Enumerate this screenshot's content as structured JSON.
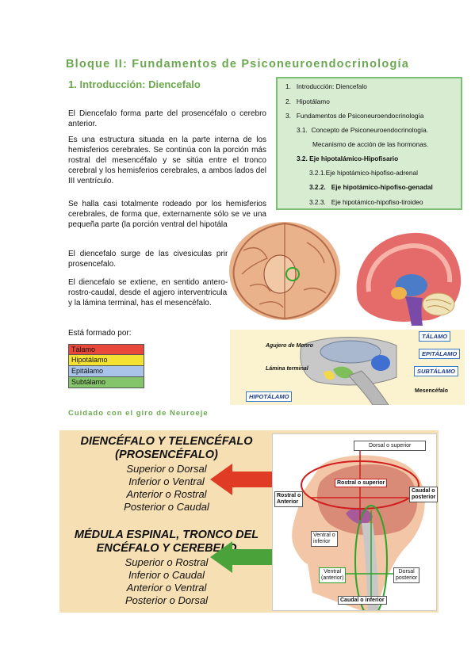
{
  "title": "Bloque II: Fundamentos de Psiconeuroendocrinología",
  "section": "1.  Introducción: Diencefalo",
  "paragraphs": [
    "El Diencefalo forma parte del prosencéfalo o cerebro anterior.",
    "Es una estructura situada en la parte interna de los hemisferios cerebrales. Se continúa con la porción más rostral del mesencéfalo y se sitúa entre el tronco cerebral y los hemisferios cerebrales, a ambos lados del III ventrículo.",
    "Se halla casi totalmente rodeado por los hemisferios cerebrales, de forma que, externamente sólo se ve una pequeña parte (la porción ventral del hipotálamo).",
    "El diencefalo surge de las civesiculas primarias, del prosencefalo.",
    "El diencefalo se extiene, en sentido antero-posterior o rostro-caudal, desde el agjero interventricular de Monro y la lámina terminal, has el mesencéfalo.",
    "Está formado por:"
  ],
  "toc": [
    {
      "num": "1.",
      "text": "Introducción: Diencefalo"
    },
    {
      "num": "2.",
      "text": "Hipotálamo"
    },
    {
      "num": "3.",
      "text": "Fundamentos de Psiconeuroendocrinología"
    },
    {
      "num": "3.1.",
      "text": "Concepto de Psiconeuroendocrinología."
    },
    {
      "num": "",
      "text": "Mecanismo de acción de las hormonas."
    },
    {
      "num": "3.2.",
      "text": "Eje hipotalámico-Hipofisario"
    },
    {
      "num": "3.2.1.",
      "text": "Eje hipotámico-hipofiso-adrenal"
    },
    {
      "num": "3.2.2.",
      "text": "Eje hipotámico-hipofiso-genadal"
    },
    {
      "num": "3.2.3.",
      "text": "Eje hipotámico-hipofiso-tiroideo"
    }
  ],
  "structures": [
    {
      "label": "Tálamo",
      "color": "#e8473a"
    },
    {
      "label": "Hipotálamo",
      "color": "#f4e233"
    },
    {
      "label": "Epitálamo",
      "color": "#a9c4e8"
    },
    {
      "label": "Subtálamo",
      "color": "#84c46a"
    }
  ],
  "caution": "Cuidado con el giro de Neuroeje",
  "diagram_labels": {
    "monro": "Agujero de Monro",
    "lamina": "Lámina terminal",
    "mesencefalo": "Mesencéfalo",
    "talamo": "TÁLAMO",
    "epitalamo": "EPITÁLAMO",
    "subtalamo": "SUBTÁLAMO",
    "hipotalamo": "HIPOTÁLAMO"
  },
  "bottom": {
    "heading1a": "DIENCÉFALO Y TELENCÉFALO",
    "heading1b": "(PROSENCÉFALO)",
    "terms1": [
      "Superior o Dorsal",
      "Inferior o Ventral",
      "Anterior o Rostral",
      "Posterior o Caudal"
    ],
    "heading2a": "MÉDULA ESPINAL, TRONCO DEL",
    "heading2b": "ENCÉFALO Y CEREBELO",
    "terms2": [
      "Superior o Rostral",
      "Inferior o Caudal",
      "Anterior o Ventral",
      "Posterior o Dorsal"
    ],
    "labels": {
      "dorsal_superior": "Dorsal o superior",
      "rostral_superior": "Rostral o superior",
      "rostral_anterior_a": "Rostral o",
      "rostral_anterior_b": "Anterior",
      "caudal_posterior_a": "Caudal o",
      "caudal_posterior_b": "posterior",
      "ventral_inferior_a": "Ventral o",
      "ventral_inferior_b": "inferior",
      "ventral_anterior_a": "Ventral",
      "ventral_anterior_b": "(anterior)",
      "dorsal_posterior_a": "Dorsal",
      "dorsal_posterior_b": "posterior",
      "caudal_inferior": "Caudal o inferior"
    }
  },
  "colors": {
    "accent": "#6aa84f",
    "toc_bg": "#d8ecd2",
    "bottom_bg": "#f6dfb3",
    "arrow_red": "#e03b24",
    "arrow_green": "#4aa33a"
  }
}
